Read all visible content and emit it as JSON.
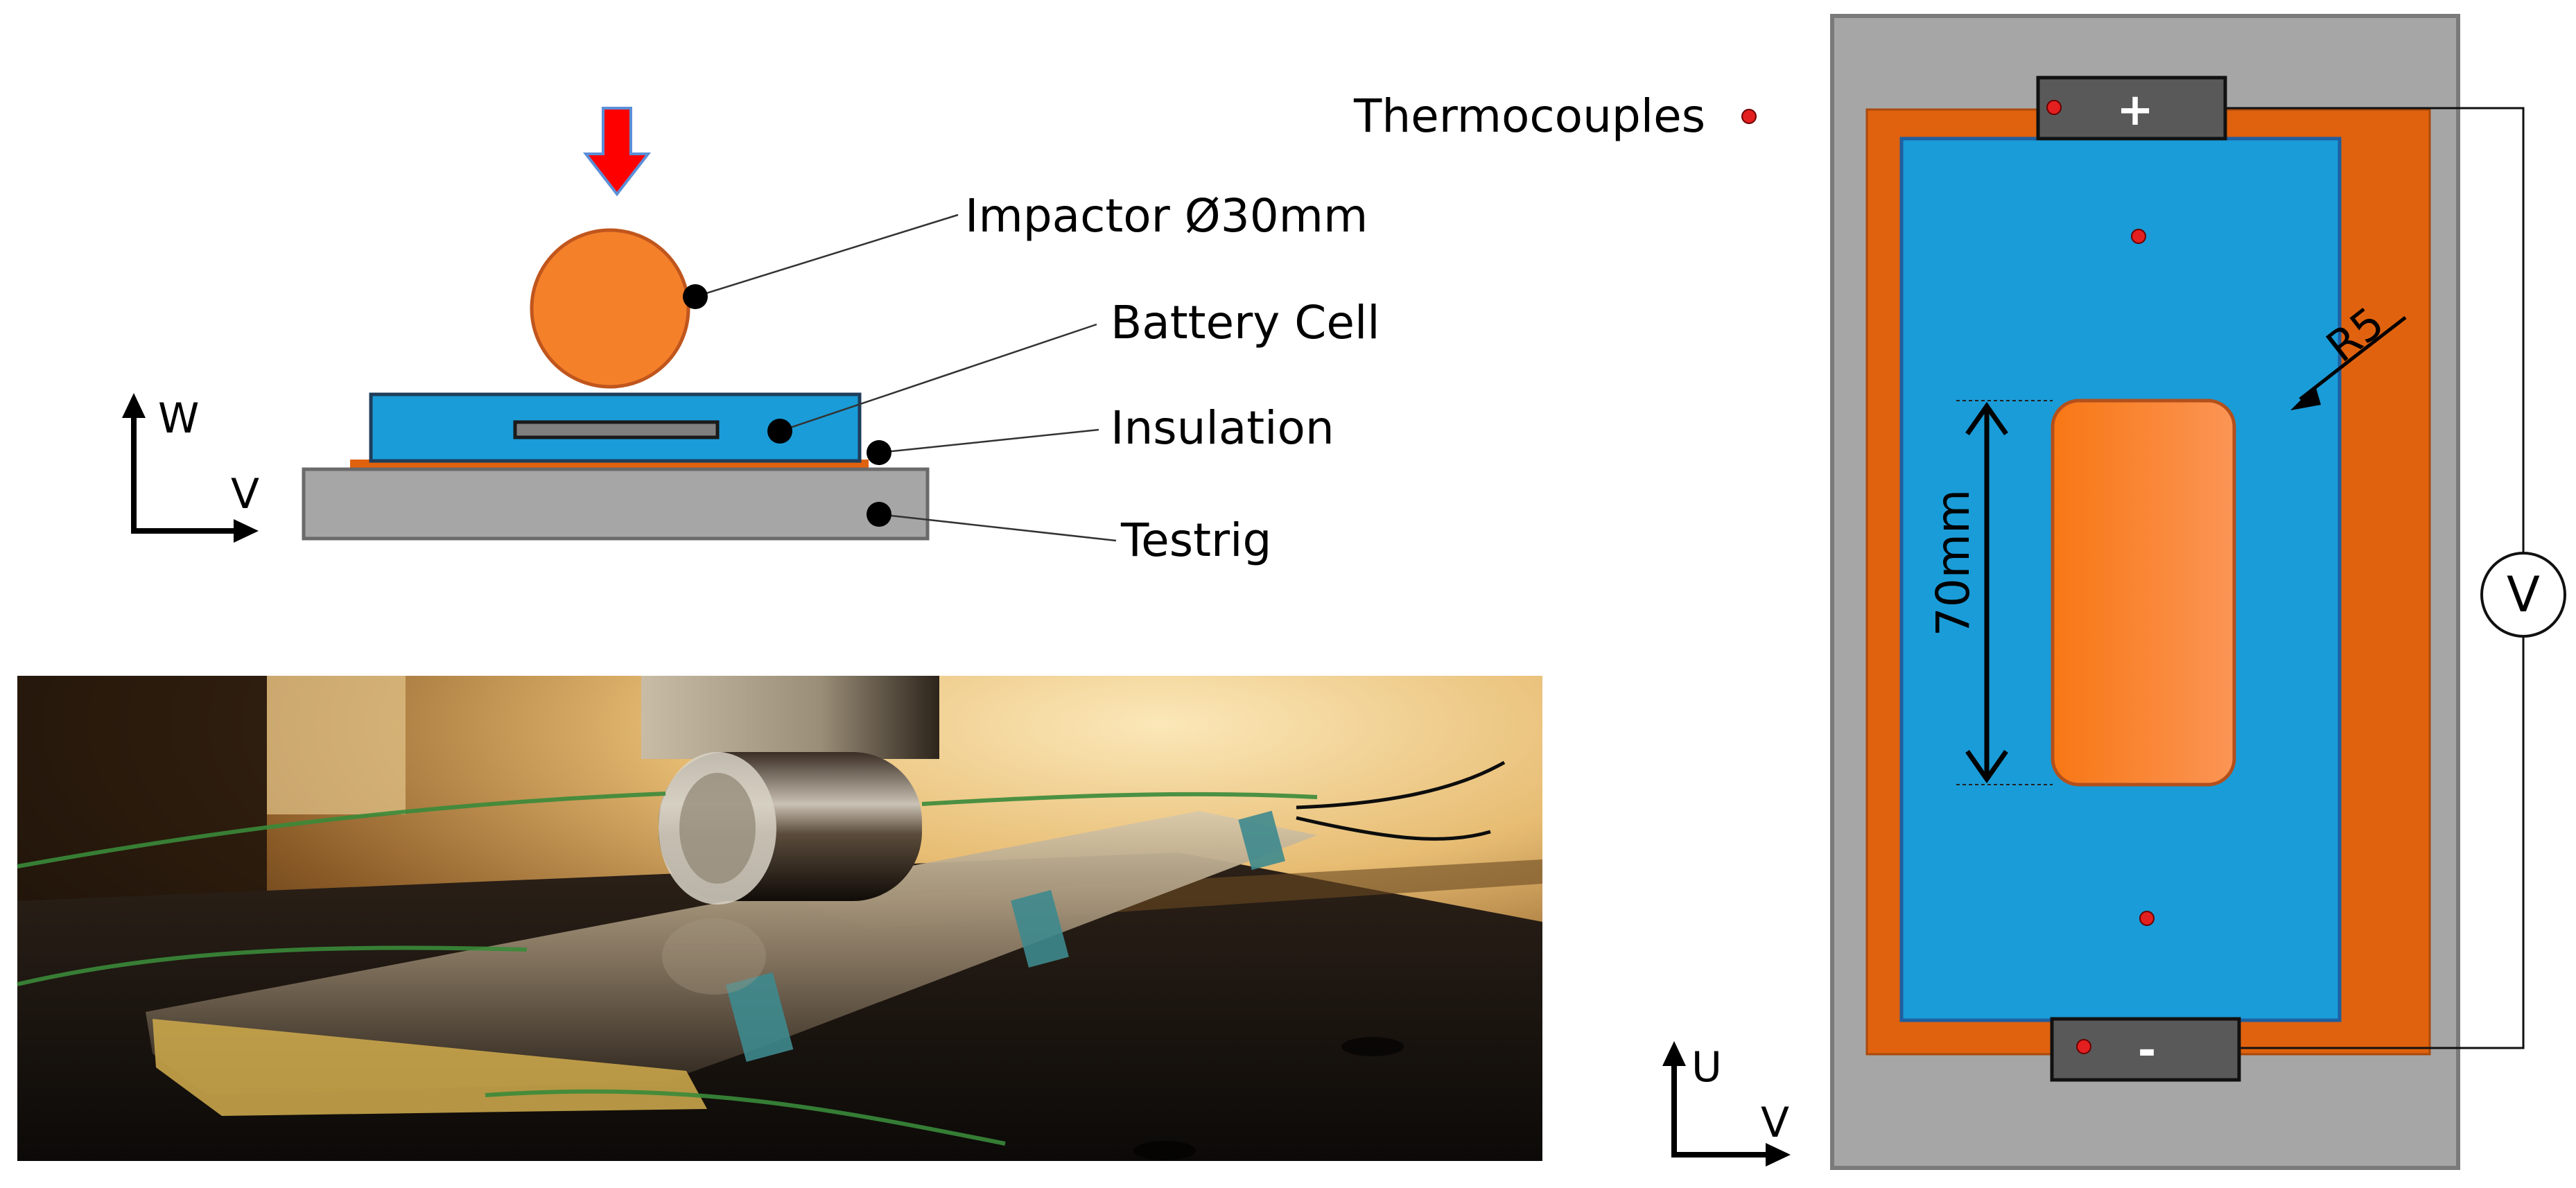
{
  "side_view": {
    "impactor_label": "Impactor Ø30mm",
    "battery_label": "Battery Cell",
    "insulation_label": "Insulation",
    "testrig_label": "Testrig",
    "axis_vertical": "W",
    "axis_horizontal": "V"
  },
  "top_view": {
    "thermocouples_label": "Thermocouples",
    "positive_terminal": "+",
    "negative_terminal": "-",
    "voltmeter_label": "V",
    "radius_label": "R5",
    "length_label": "70mm",
    "axis_vertical": "U",
    "axis_horizontal": "V"
  },
  "colors": {
    "battery_blue": "#1a9cd8",
    "impactor_orange": "#f5802a",
    "insulation_orange": "#e0620e",
    "testrig_gray": "#a6a6a6",
    "terminal_gray": "#595959",
    "force_arrow_red": "#ff0000",
    "thermocouple_red": "#e41f1f"
  }
}
